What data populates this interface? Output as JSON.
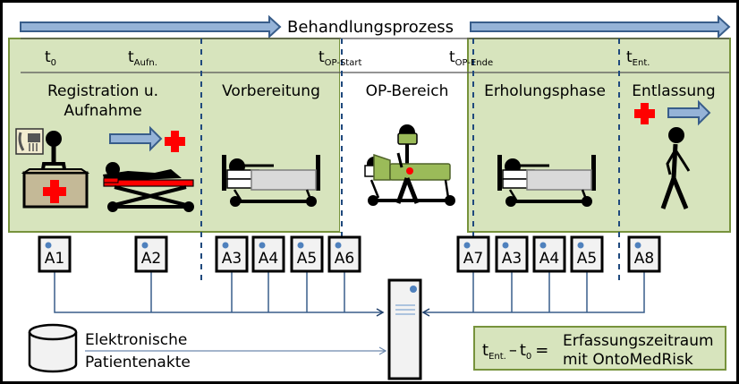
{
  "title": "Behandlungsprozess",
  "colors": {
    "phase_fill": "#d7e4bd",
    "phase_border": "#77933c",
    "arrow_fill": "#95b3d7",
    "arrow_border": "#385d8a",
    "dashed": "#1f497d",
    "cross": "#ff0000",
    "node_fill": "#f2f2f2",
    "line": "#385d8a"
  },
  "timepoints": [
    {
      "base": "t",
      "sub": "0"
    },
    {
      "base": "t",
      "sub": "Aufn."
    },
    {
      "base": "t",
      "sub": "OP-Start"
    },
    {
      "base": "t",
      "sub": "OP-Ende"
    },
    {
      "base": "t",
      "sub": "Ent."
    }
  ],
  "phases": [
    {
      "line1": "Registration u.",
      "line2": "Aufnahme",
      "icon": "registration-desk-icon"
    },
    {
      "line1": "Vorbereitung",
      "icon": "hospital-bed-icon"
    },
    {
      "line1": "OP-Bereich",
      "icon": "surgery-icon"
    },
    {
      "line1": "Erholungsphase",
      "icon": "hospital-bed-icon"
    },
    {
      "line1": "Entlassung",
      "icon": "walking-person-icon"
    }
  ],
  "nodes": [
    "A1",
    "A2",
    "A3",
    "A4",
    "A5",
    "A6",
    "A7",
    "A3",
    "A4",
    "A5",
    "A8"
  ],
  "server": {
    "icon": "server-icon"
  },
  "database": {
    "line1": "Elektronische",
    "line2": "Patientenakte",
    "icon": "database-icon"
  },
  "formula": {
    "lhs_t1": "t",
    "lhs_t1_sub": "Ent.",
    "minus": "–",
    "lhs_t2": "t",
    "lhs_t2_sub": "0",
    "equals": "=",
    "rhs_line1": "Erfassungszeitraum",
    "rhs_line2": "mit OntoMedRisk"
  }
}
